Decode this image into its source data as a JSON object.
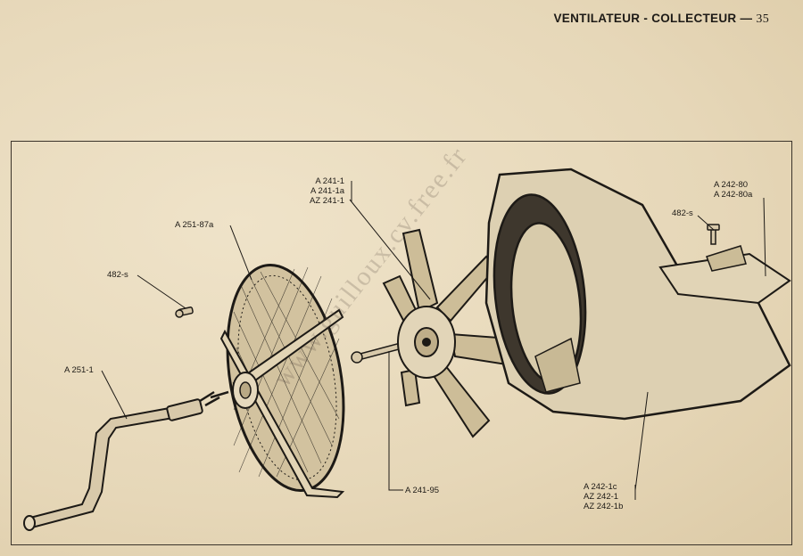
{
  "header": {
    "title": "VENTILATEUR - COLLECTEUR",
    "dash": "—",
    "page_number": "35"
  },
  "watermark": "www.guilloux.cv.free.fr",
  "labels": {
    "a241_group": [
      "A 241-1",
      "A 241-1a",
      "AZ 241-1"
    ],
    "a251_87a": "A 251-87a",
    "screw_left": "482-s",
    "a251_1": "A 251-1",
    "a241_95": "A 241-95",
    "screw_right": "482-s",
    "a242_80_group": [
      "A 242-80",
      "A 242-80a"
    ],
    "a242_1_group": [
      "A 242-1c",
      "AZ 242-1",
      "AZ 242-1b"
    ]
  }
}
